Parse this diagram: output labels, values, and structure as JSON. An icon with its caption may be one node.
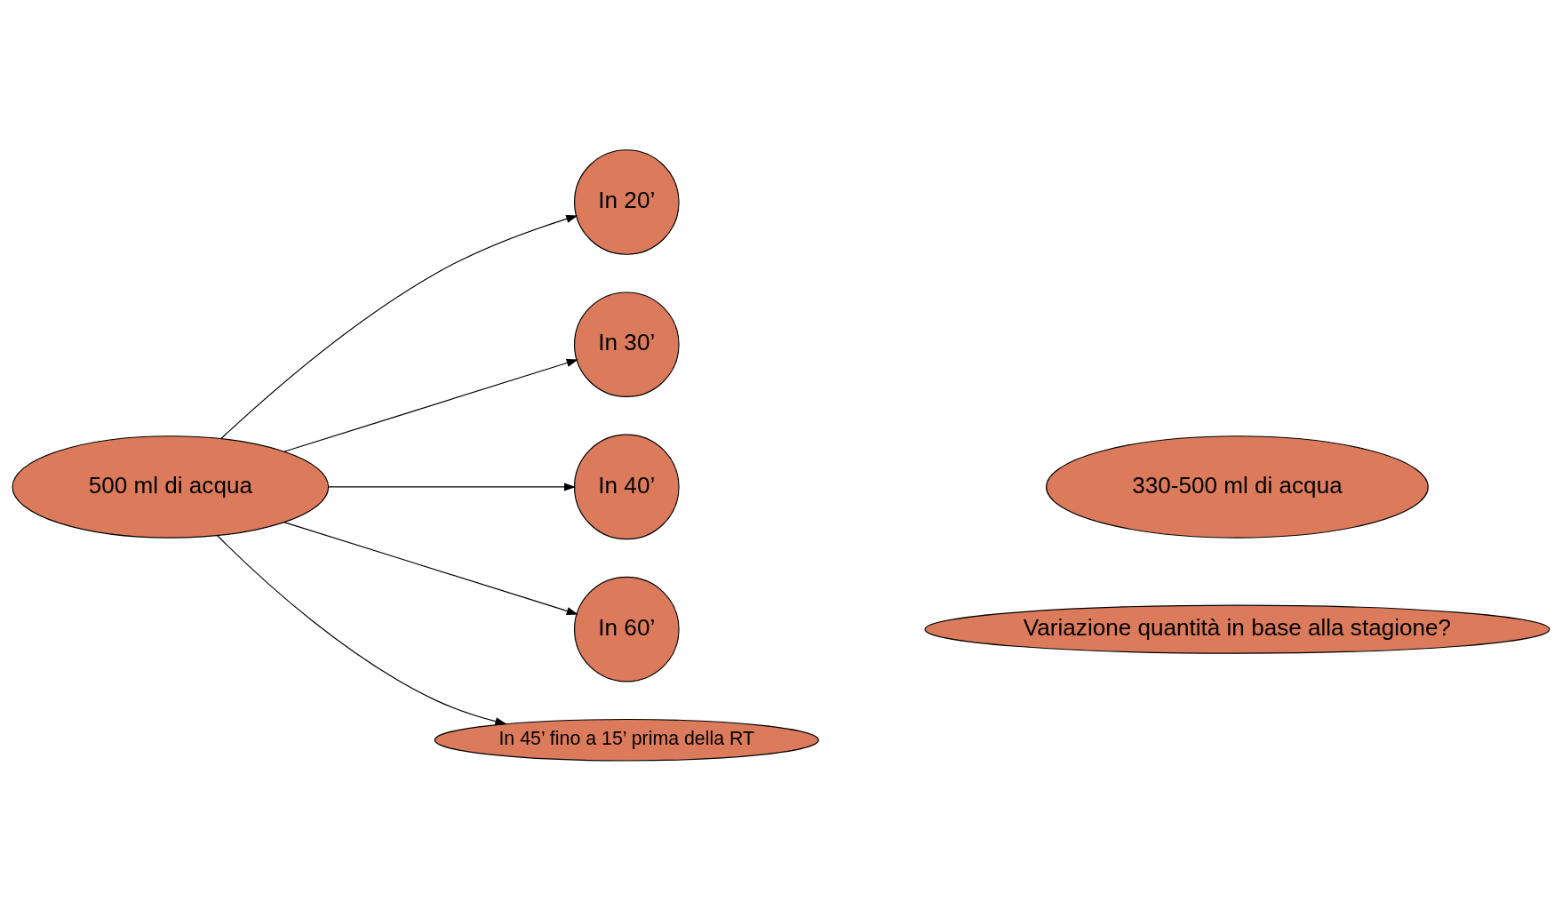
{
  "diagram": {
    "nodes": [
      {
        "text": [
          "In 20’"
        ]
      },
      {
        "text": [
          "In 30’"
        ]
      },
      {
        "text": [
          "330-500 ml di acqua"
        ]
      },
      {
        "text": [
          "500 ml di acqua"
        ]
      },
      {
        "text": [
          "In 40’"
        ]
      },
      {
        "text": [
          "In 60’"
        ]
      },
      {
        "text": [
          "In 45’ fino a 15’ prima della RT"
        ]
      },
      {
        "text": [
          "Variazione quantità in base alla stagione?"
        ]
      }
    ],
    "edges": [
      {
        "from": 3,
        "to": 0,
        "arrow": "to"
      },
      {
        "from": 3,
        "to": 1,
        "arrow": "to"
      },
      {
        "from": 3,
        "to": 4,
        "arrow": "to"
      },
      {
        "from": 3,
        "to": 5,
        "arrow": "to"
      },
      {
        "from": 3,
        "to": 6,
        "arrow": "to"
      }
    ]
  }
}
